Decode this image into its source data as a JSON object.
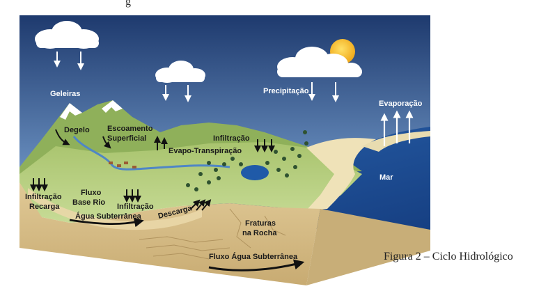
{
  "figure": {
    "top_fragment": "g",
    "caption": "Figura 2 – Ciclo Hidrológico",
    "colors": {
      "sky_top": "#1e3a6e",
      "sky_bottom": "#5d84b8",
      "sea": "#1e56a0",
      "land": "#b7cf80",
      "soil": "#d8c08c",
      "sun": "#f2b81c"
    }
  },
  "labels": {
    "geleiras": "Geleiras",
    "degelo": "Degelo",
    "escoamento_1": "Escoamento",
    "escoamento_2": "Superficial",
    "infiltracao_top": "Infiltração",
    "evapo": "Evapo-Transpiração",
    "precipitacao": "Precipitação",
    "evaporacao": "Evaporação",
    "mar": "Mar",
    "infiltracao_recarga_1": "Infiltração",
    "infiltracao_recarga_2": "Recarga",
    "fluxo_base_1": "Fluxo",
    "fluxo_base_2": "Base Rio",
    "infiltracao_mid": "Infiltração",
    "agua_subterranea": "Água Subterrânea",
    "descarga": "Descarga",
    "fraturas_1": "Fraturas",
    "fraturas_2": "na Rocha",
    "fluxo_agua": "Fluxo Água Subterrânea"
  }
}
